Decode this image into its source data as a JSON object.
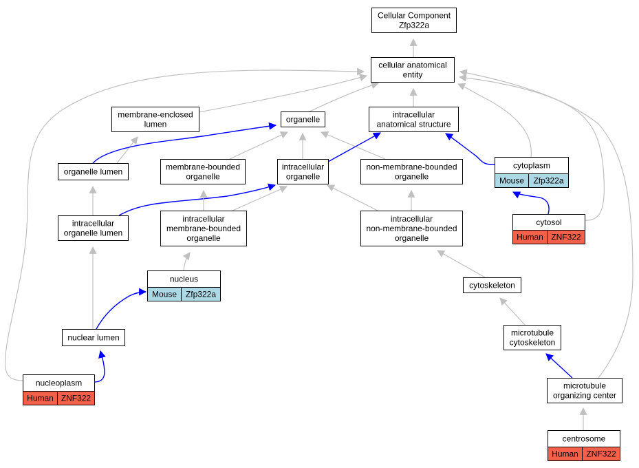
{
  "colors": {
    "gray_edge": "#c0c0c0",
    "blue_edge": "#0000ff",
    "mouse_fill": "#add8e6",
    "human_fill": "#f4604a"
  },
  "nodes": {
    "root": {
      "lines": [
        "Cellular Component",
        "Zfp322a"
      ]
    },
    "cae": {
      "lines": [
        "cellular anatomical",
        "entity"
      ]
    },
    "mel": {
      "lines": [
        "membrane-enclosed",
        "lumen"
      ]
    },
    "organelle": {
      "lines": [
        "organelle"
      ]
    },
    "ias": {
      "lines": [
        "intracellular",
        "anatomical structure"
      ]
    },
    "ol": {
      "lines": [
        "organelle lumen"
      ]
    },
    "mbo": {
      "lines": [
        "membrane-bounded",
        "organelle"
      ]
    },
    "io": {
      "lines": [
        "intracellular",
        "organelle"
      ]
    },
    "nmbo": {
      "lines": [
        "non-membrane-bounded",
        "organelle"
      ]
    },
    "cytoplasm": {
      "lines": [
        "cytoplasm"
      ],
      "species": "Mouse",
      "gene": "Zfp322a"
    },
    "iol": {
      "lines": [
        "intracellular",
        "organelle lumen"
      ]
    },
    "imbo": {
      "lines": [
        "intracellular",
        "membrane-bounded",
        "organelle"
      ]
    },
    "inmbo": {
      "lines": [
        "intracellular",
        "non-membrane-bounded",
        "organelle"
      ]
    },
    "cytosol": {
      "lines": [
        "cytosol"
      ],
      "species": "Human",
      "gene": "ZNF322"
    },
    "nucleus": {
      "lines": [
        "nucleus"
      ],
      "species": "Mouse",
      "gene": "Zfp322a"
    },
    "cytoskeleton": {
      "lines": [
        "cytoskeleton"
      ]
    },
    "nl": {
      "lines": [
        "nuclear lumen"
      ]
    },
    "mtc": {
      "lines": [
        "microtubule",
        "cytoskeleton"
      ]
    },
    "nucleoplasm": {
      "lines": [
        "nucleoplasm"
      ],
      "species": "Human",
      "gene": "ZNF322"
    },
    "mtoc": {
      "lines": [
        "microtubule",
        "organizing center"
      ]
    },
    "centrosome": {
      "lines": [
        "centrosome"
      ],
      "species": "Human",
      "gene": "ZNF322"
    }
  },
  "edges": [
    {
      "from": "cae",
      "to": "root",
      "kind": "gray"
    },
    {
      "from": "mel",
      "to": "cae",
      "kind": "gray"
    },
    {
      "from": "organelle",
      "to": "cae",
      "kind": "gray"
    },
    {
      "from": "ias",
      "to": "cae",
      "kind": "gray"
    },
    {
      "from": "cytoplasm",
      "to": "cae",
      "kind": "gray"
    },
    {
      "from": "cytosol",
      "to": "cae",
      "kind": "gray"
    },
    {
      "from": "nucleoplasm",
      "to": "cae",
      "kind": "gray"
    },
    {
      "from": "mtoc",
      "to": "cae",
      "kind": "gray"
    },
    {
      "from": "ol",
      "to": "mel",
      "kind": "gray"
    },
    {
      "from": "ol",
      "to": "organelle",
      "kind": "blue"
    },
    {
      "from": "mbo",
      "to": "organelle",
      "kind": "gray"
    },
    {
      "from": "io",
      "to": "organelle",
      "kind": "gray"
    },
    {
      "from": "nmbo",
      "to": "organelle",
      "kind": "gray"
    },
    {
      "from": "io",
      "to": "ias",
      "kind": "blue"
    },
    {
      "from": "cytoplasm",
      "to": "ias",
      "kind": "blue"
    },
    {
      "from": "iol",
      "to": "ol",
      "kind": "gray"
    },
    {
      "from": "iol",
      "to": "io",
      "kind": "blue"
    },
    {
      "from": "imbo",
      "to": "mbo",
      "kind": "gray"
    },
    {
      "from": "imbo",
      "to": "io",
      "kind": "gray"
    },
    {
      "from": "inmbo",
      "to": "io",
      "kind": "gray"
    },
    {
      "from": "inmbo",
      "to": "nmbo",
      "kind": "gray"
    },
    {
      "from": "cytosol",
      "to": "cytoplasm",
      "kind": "blue"
    },
    {
      "from": "nucleus",
      "to": "imbo",
      "kind": "gray"
    },
    {
      "from": "nl",
      "to": "iol",
      "kind": "gray"
    },
    {
      "from": "nl",
      "to": "nucleus",
      "kind": "blue"
    },
    {
      "from": "nucleoplasm",
      "to": "nl",
      "kind": "blue"
    },
    {
      "from": "cytoskeleton",
      "to": "inmbo",
      "kind": "gray"
    },
    {
      "from": "mtc",
      "to": "cytoskeleton",
      "kind": "gray"
    },
    {
      "from": "mtoc",
      "to": "mtc",
      "kind": "blue"
    },
    {
      "from": "centrosome",
      "to": "mtoc",
      "kind": "gray"
    }
  ]
}
